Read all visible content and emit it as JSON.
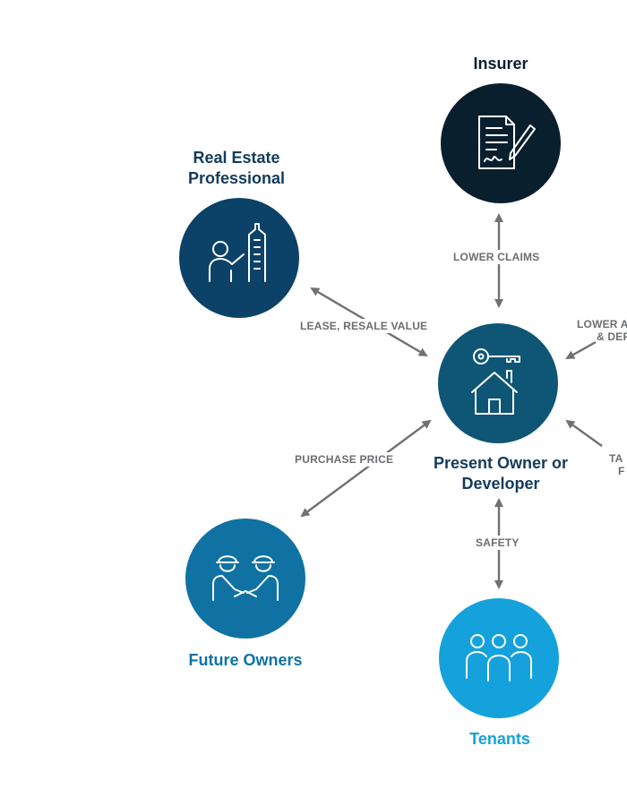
{
  "colors": {
    "insurer": "#0a1f2e",
    "real_estate": "#0d4268",
    "present_owner": "#0f5575",
    "future_owners": "#0f72a3",
    "tenants": "#15a2dc",
    "title_dark": "#123b5c",
    "arrow": "#6f7173",
    "edge_text": "#6b6d70"
  },
  "nodes": {
    "insurer": {
      "title": "Insurer",
      "icon": "signed-document-icon"
    },
    "real_estate": {
      "title_line1": "Real Estate",
      "title_line2": "Professional",
      "icon": "person-pointing-building-icon"
    },
    "present_owner": {
      "title_line1": "Present Owner or",
      "title_line2": "Developer",
      "icon": "key-house-icon"
    },
    "future_owners": {
      "title": "Future Owners",
      "icon": "handshake-icon"
    },
    "tenants": {
      "title": "Tenants",
      "icon": "group-people-icon"
    }
  },
  "edges": {
    "insurer": "LOWER CLAIMS",
    "real_estate": "LEASE, RESALE VALUE",
    "future_owners": "PURCHASE PRICE",
    "tenants": "SAFETY",
    "right_upper_line1": "LOWER A",
    "right_upper_line2": "& DEF",
    "right_lower_line1": "TA",
    "right_lower_line2": "F"
  }
}
